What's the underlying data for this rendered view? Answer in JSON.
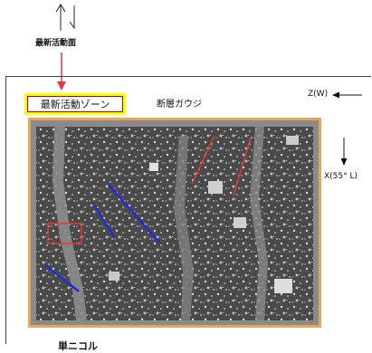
{
  "top_label": "最新活動面",
  "zone_label": "最新活動ゾーン",
  "fault_label": "断層ガウジ",
  "z_axis_label": "Z(W)",
  "x_axis_label": "X(55° L)",
  "bottom_label": "単ニコル",
  "colors": {
    "marker_red": "#e53935",
    "zone_highlight": "#ffff00",
    "zone_border": "#c00000",
    "blue_lines": "#1f2fd6",
    "thin_section_bg": "#4d4d4d",
    "orange_edge": "#e8a45a"
  }
}
